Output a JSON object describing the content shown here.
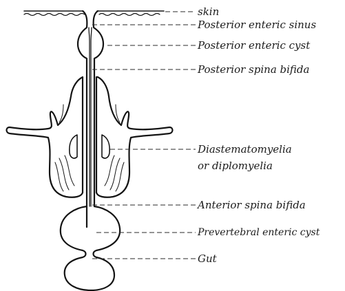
{
  "labels": {
    "skin": "skin",
    "posterior_enteric_sinus": "Posterior enteric sinus",
    "posterior_enteric_cyst": "Posterior enteric cyst",
    "posterior_spina_bifida": "Posterior spina bifida",
    "diastematomyelia_line1": "Diastematomyelia",
    "diastematomyelia_line2": "or diplomyelia",
    "anterior_spina_bifida": "Anterior spina bifida",
    "prevertebral_enteric_cyst": "Prevertebral enteric cyst",
    "gut": "Gut"
  },
  "colors": {
    "ink": "#141414",
    "paper": "#ffffff"
  }
}
